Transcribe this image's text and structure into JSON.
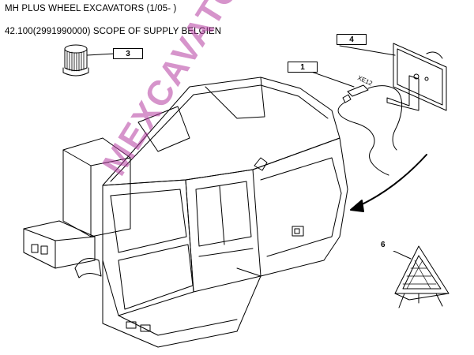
{
  "header": {
    "title": "MH PLUS WHEEL EXCAVATORS (1/05- )",
    "subtitle": "42.100(2991990000) SCOPE OF SUPPLY BELGIEN"
  },
  "callouts": {
    "c1": "1",
    "c3": "3",
    "c4": "4",
    "c6": "6"
  },
  "connector_label": "XE12",
  "watermark": "MEXCAVATOR.RU",
  "colors": {
    "watermark": "#b43ca0",
    "line": "#000000"
  }
}
